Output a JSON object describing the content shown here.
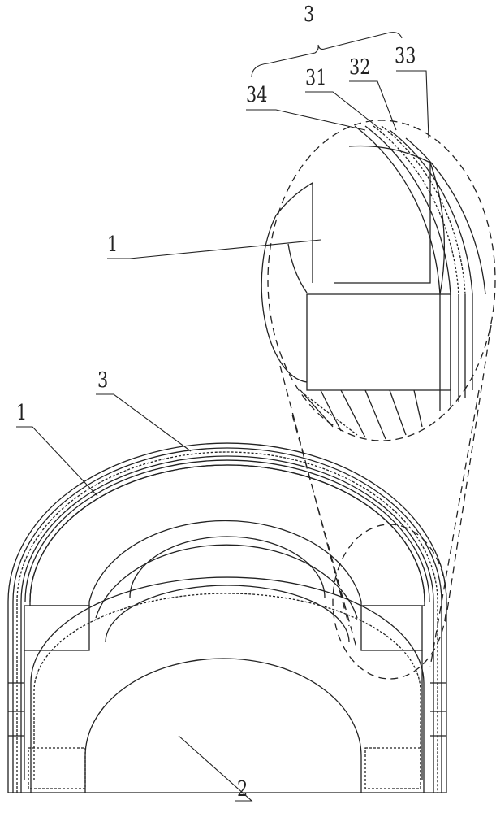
{
  "labels": {
    "group_3": "3",
    "l34": "34",
    "l31": "31",
    "l32": "32",
    "l33": "33",
    "detail_1": "1",
    "main_3": "3",
    "main_1": "1",
    "main_2": "2"
  }
}
